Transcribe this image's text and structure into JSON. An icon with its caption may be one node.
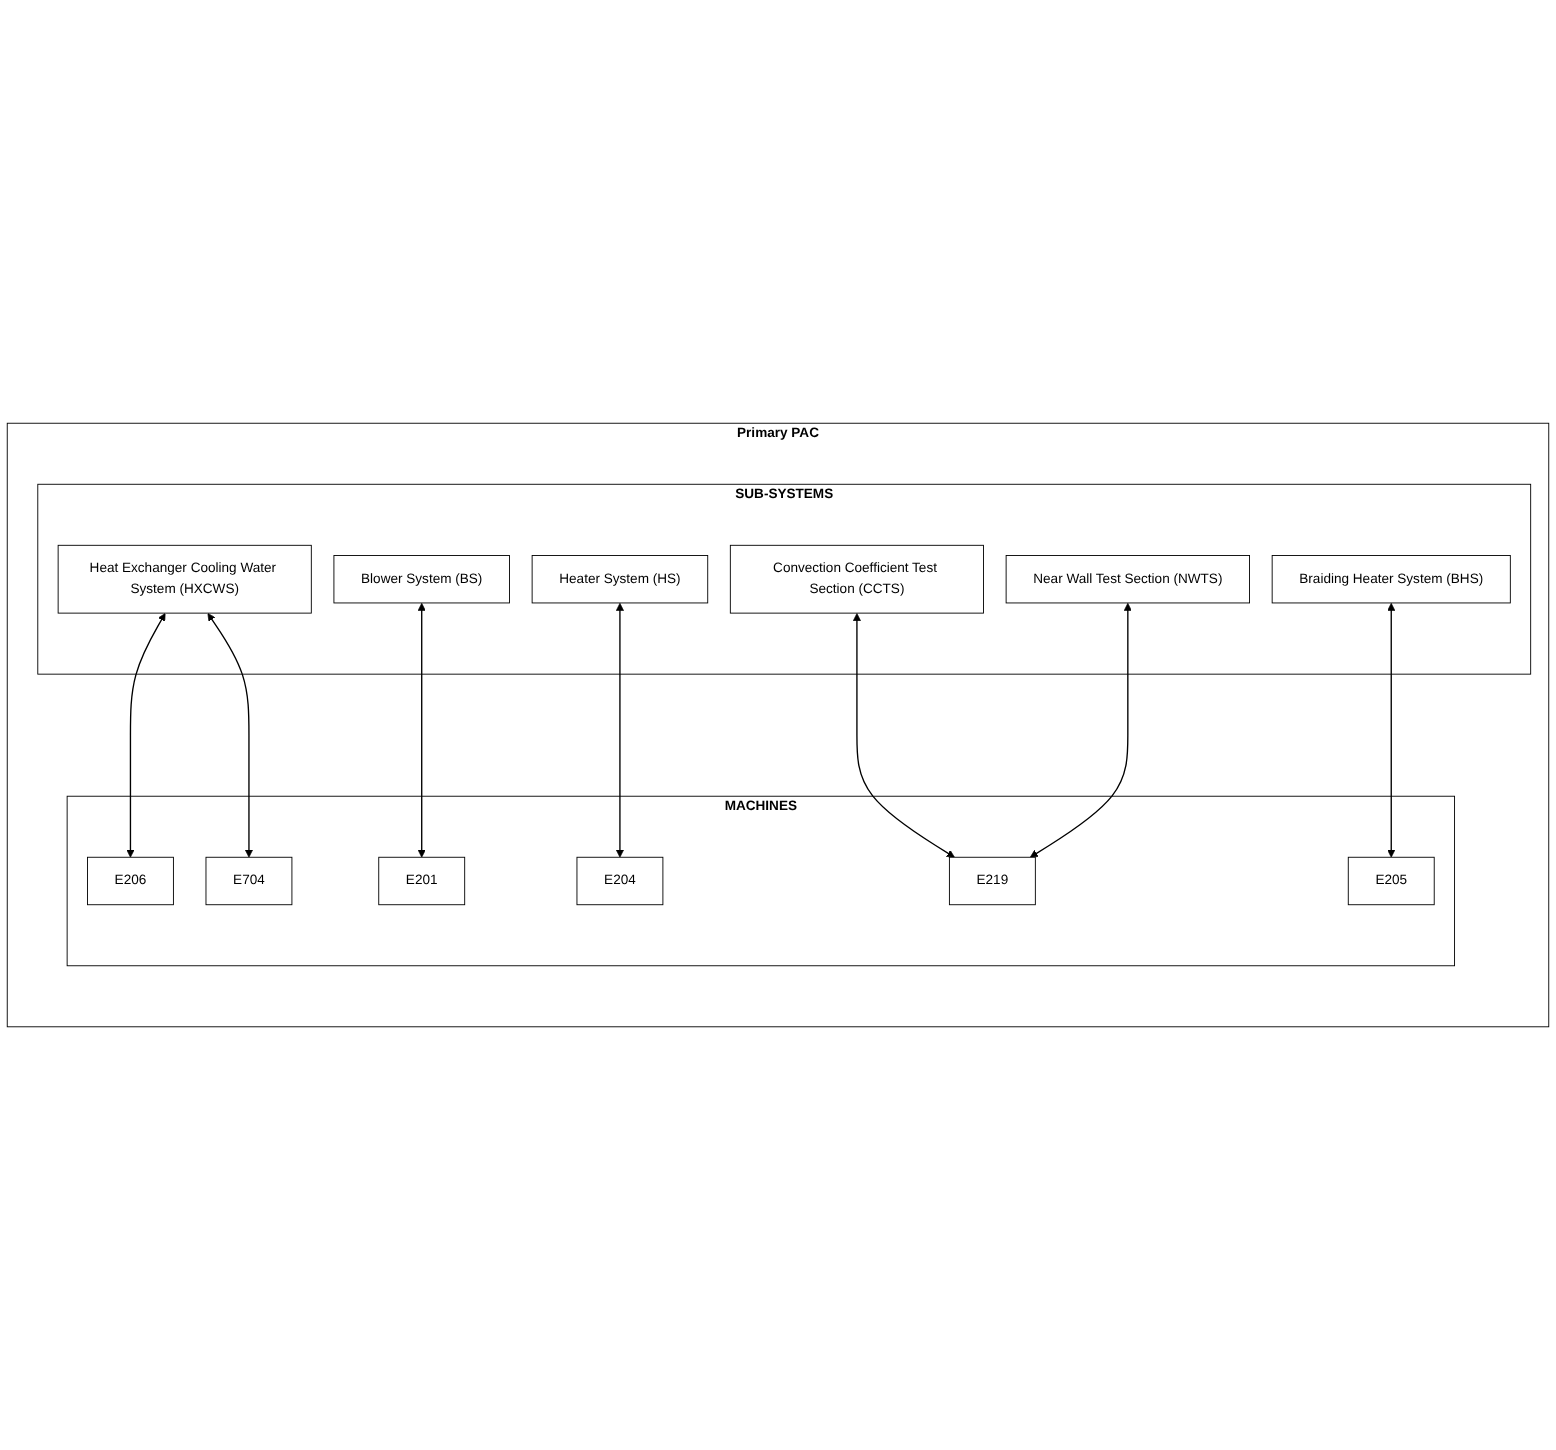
{
  "diagram": {
    "nodes": [
      {
        "text": [
          "Primary PAC"
        ]
      },
      {
        "text": [
          "SUB-SYSTEMS"
        ],
        "in": 0
      },
      {
        "text": [
          "Heat Exchanger Cooling Water System (HXCWS)"
        ],
        "in": 1
      },
      {
        "text": [
          "Blower System (BS)"
        ],
        "in": 1
      },
      {
        "text": [
          "Heater System (HS)"
        ],
        "in": 1
      },
      {
        "text": [
          "Convection Coefficient Test Section (CCTS)"
        ],
        "in": 1
      },
      {
        "text": [
          "Near Wall Test Section (NWTS)"
        ],
        "in": 1
      },
      {
        "text": [
          "Braiding Heater System (BHS)"
        ],
        "in": 1
      },
      {
        "text": [
          "MACHINES"
        ],
        "in": 0
      },
      {
        "text": [
          "E206"
        ],
        "in": 8
      },
      {
        "text": [
          "E704"
        ],
        "in": 8
      },
      {
        "text": [
          "E201"
        ],
        "in": 8
      },
      {
        "text": [
          "E204"
        ],
        "in": 8
      },
      {
        "text": [
          "E219"
        ],
        "in": 8
      },
      {
        "text": [
          "E205"
        ],
        "in": 8
      }
    ],
    "edges": [
      {
        "from": 2,
        "to": 9,
        "arrow": "both"
      },
      {
        "from": 2,
        "to": 10,
        "arrow": "both"
      },
      {
        "from": 3,
        "to": 11,
        "arrow": "both"
      },
      {
        "from": 4,
        "to": 12,
        "arrow": "both"
      },
      {
        "from": 5,
        "to": 13,
        "arrow": "both"
      },
      {
        "from": 6,
        "to": 13,
        "arrow": "both"
      },
      {
        "from": 7,
        "to": 14,
        "arrow": "both"
      }
    ]
  }
}
